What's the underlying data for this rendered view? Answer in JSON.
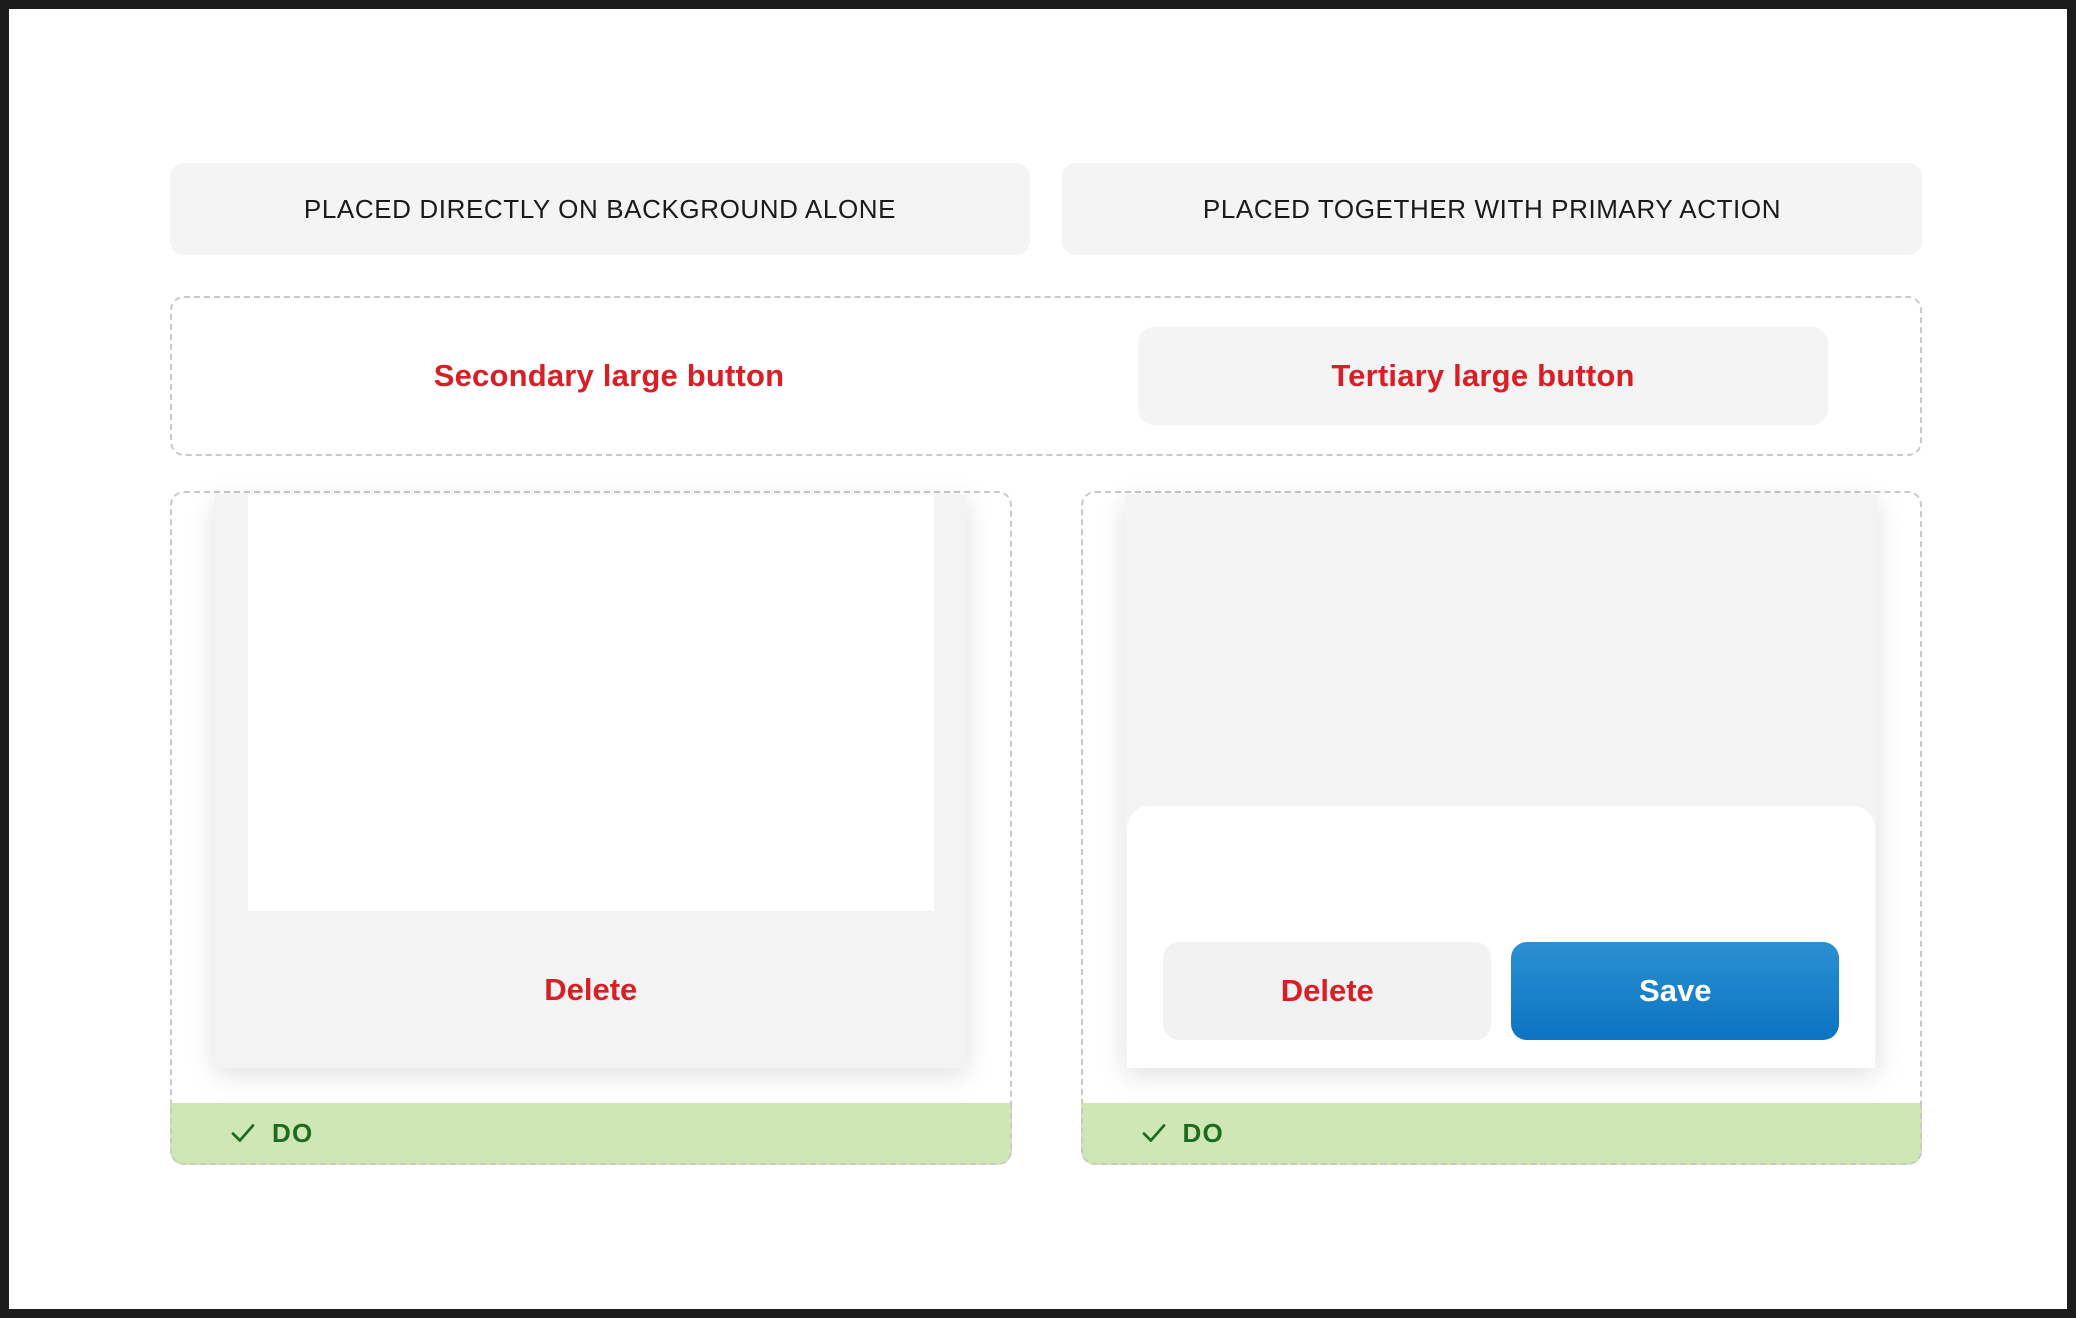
{
  "colors": {
    "destructive_red": "#d81f26",
    "primary_blue_top": "#2c90d1",
    "primary_blue_bottom": "#0b74c3",
    "surface_gray": "#f4f4f4",
    "do_banner_green": "#cfe7b5",
    "do_text_green": "#1d6b1d",
    "dashed_guide": "#c9c9c9"
  },
  "columns": [
    {
      "header": "PLACED DIRECTLY ON BACKGROUND ALONE"
    },
    {
      "header": "PLACED TOGETHER WITH PRIMARY ACTION"
    }
  ],
  "spec_band": {
    "secondary_button_label": "Secondary large button",
    "tertiary_button_label": "Tertiary large button"
  },
  "examples": [
    {
      "action_label": "Delete",
      "banner": {
        "icon": "check-icon",
        "label": "DO"
      }
    },
    {
      "secondary_label": "Delete",
      "primary_label": "Save",
      "banner": {
        "icon": "check-icon",
        "label": "DO"
      }
    }
  ]
}
